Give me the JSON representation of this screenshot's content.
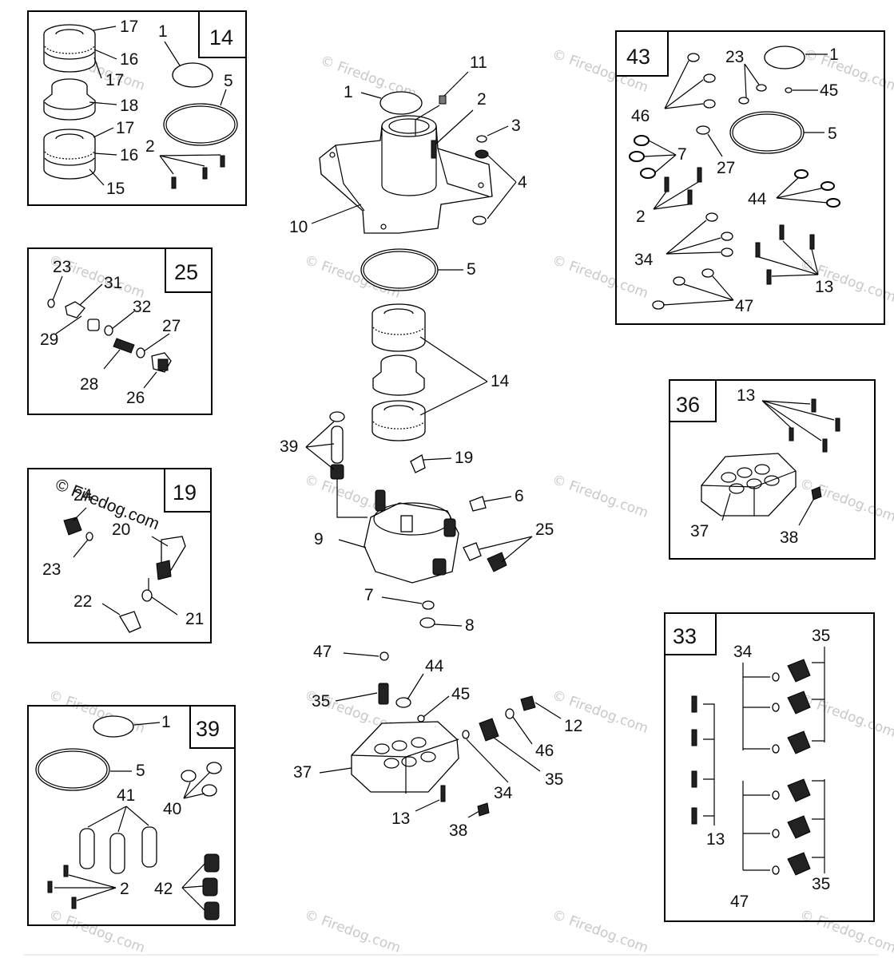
{
  "watermark": "© Firedog.com",
  "watermark_big": "© Firedog.com",
  "boxes": {
    "b14": "14",
    "b25": "25",
    "b19": "19",
    "b39": "39",
    "b43": "43",
    "b36": "36",
    "b33": "33"
  },
  "labels": {
    "n1": "1",
    "n2": "2",
    "n3": "3",
    "n4": "4",
    "n5": "5",
    "n6": "6",
    "n7": "7",
    "n8": "8",
    "n9": "9",
    "n10": "10",
    "n11": "11",
    "n12": "12",
    "n13": "13",
    "n14": "14",
    "n15": "15",
    "n16": "16",
    "n17": "17",
    "n18": "18",
    "n19": "19",
    "n20": "20",
    "n21": "21",
    "n22": "22",
    "n23": "23",
    "n24": "24",
    "n25": "25",
    "n26": "26",
    "n27": "27",
    "n28": "28",
    "n29": "29",
    "n31": "31",
    "n32": "32",
    "n33": "33",
    "n34": "34",
    "n35": "35",
    "n36": "36",
    "n37": "37",
    "n38": "38",
    "n39": "39",
    "n40": "40",
    "n41": "41",
    "n42": "42",
    "n43": "43",
    "n44": "44",
    "n45": "45",
    "n46": "46",
    "n47": "47"
  }
}
